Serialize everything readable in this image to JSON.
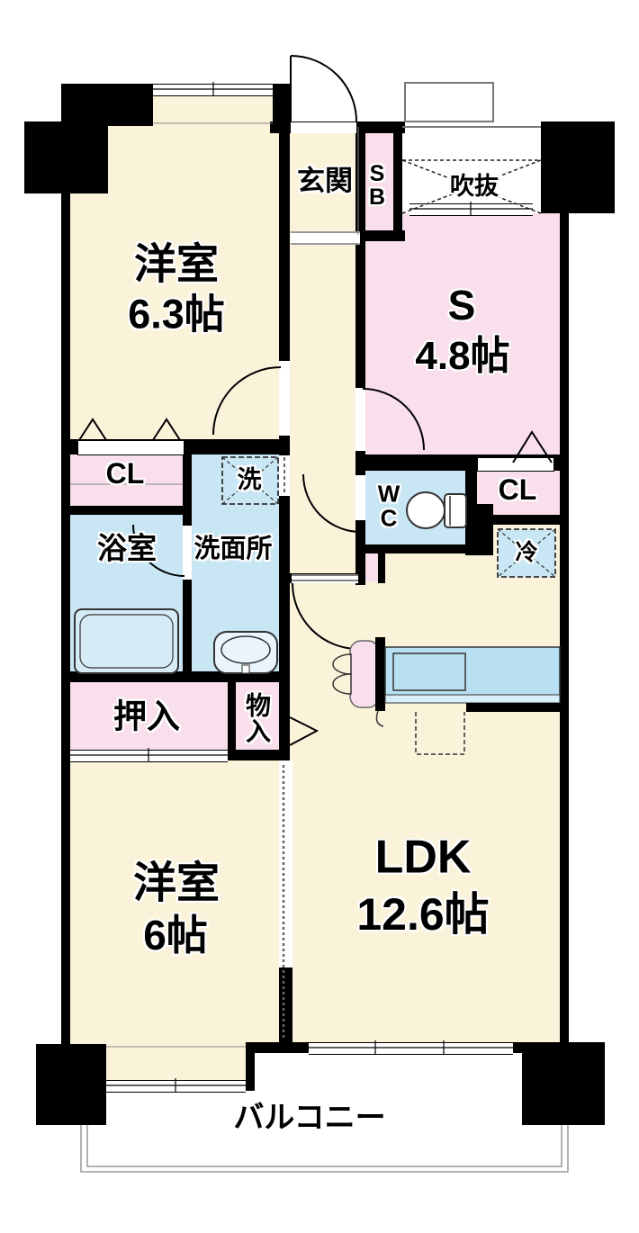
{
  "palette": {
    "wall": "#000000",
    "room_cream": "#fbf2da",
    "closet_pink": "#f9dfec",
    "wet_blue": "#c9e6f4",
    "counter_blue": "#b9e0f2",
    "void_white": "#ffffff",
    "line_gray": "#888888"
  },
  "rooms": {
    "yoshitsu_63": {
      "label": "洋室",
      "size": "6.3帖"
    },
    "service_room": {
      "label": "S",
      "size": "4.8帖"
    },
    "genkan": {
      "label": "玄関"
    },
    "shoe_box": {
      "label": "SB"
    },
    "fukinuke": {
      "label": "吹抜"
    },
    "closet_left": {
      "label": "CL"
    },
    "washer_space": {
      "label": "洗"
    },
    "wc": {
      "label": "WC"
    },
    "closet_right": {
      "label": "CL"
    },
    "refrigerator_space": {
      "label": "冷"
    },
    "bathroom": {
      "label": "浴室"
    },
    "washroom": {
      "label": "洗面所"
    },
    "oshiire": {
      "label": "押入"
    },
    "storage": {
      "label": "物入"
    },
    "yoshitsu_6": {
      "label": "洋室",
      "size": "6帖"
    },
    "ldk": {
      "label": "LDK",
      "size": "12.6帖"
    },
    "balcony": {
      "label": "バルコニー"
    }
  },
  "icons": {
    "toilet": "toilet-icon",
    "sink": "sink-icon",
    "bathtub": "bathtub-icon",
    "kitchen_counter": "kitchen-counter-icon",
    "entrance_door": "entrance-door-arc-icon"
  }
}
